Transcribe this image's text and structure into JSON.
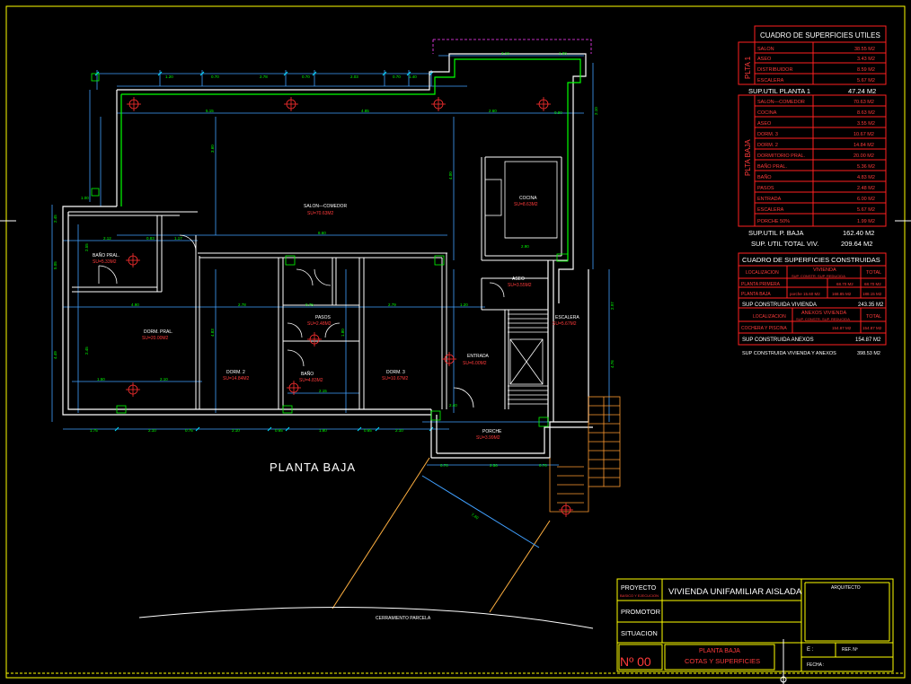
{
  "colors": {
    "background": "#000000",
    "walls": "#ffffff",
    "dims": "#40a0ff",
    "dim_lines": "#00e0ff",
    "secondary": "#00ff00",
    "tables": "#ff2020",
    "titleblock": "#ffff00",
    "accent": "#ff40ff",
    "stairs": "#ff9a30"
  },
  "plan": {
    "title": "PLANTA BAJA",
    "boundary_label": "CERRAMIENTO PARCELA",
    "rooms": [
      {
        "name": "SALON—COMEDOR",
        "area": "SU=70.63M2"
      },
      {
        "name": "COCINA",
        "area": "SU=8.63M2"
      },
      {
        "name": "BAÑO PRAL.",
        "area": "SU=5.33M2"
      },
      {
        "name": "DORM. PRAL.",
        "area": "SU=20.00M2"
      },
      {
        "name": "PASOS",
        "area": "SU=2.48M2"
      },
      {
        "name": "DORM. 2",
        "area": "SU=14.84M2"
      },
      {
        "name": "BAÑO",
        "area": "SU=4.83M2"
      },
      {
        "name": "DORM. 3",
        "area": "SU=10.67M2"
      },
      {
        "name": "ASEO",
        "area": "SU=3.55M2"
      },
      {
        "name": "ESCALERA",
        "area": "SU=5.67M2"
      },
      {
        "name": "ENTRADA",
        "area": "SU=6.00M2"
      },
      {
        "name": "PORCHE",
        "area": "SU=3.99M2"
      }
    ],
    "dims": {
      "top_chain": [
        "1.20",
        "0.70",
        "2.78",
        "0.70",
        "2.03",
        "0.70",
        "1.40"
      ],
      "top_right": [
        "2.10",
        "1.00"
      ],
      "inner_top": [
        "5.15",
        "4.85",
        "2.60"
      ],
      "mid_width": "8.60",
      "mid_chain": [
        "2.12",
        "0.83",
        "1.17"
      ],
      "row_chain": [
        "4.90",
        "2.78",
        "2.79",
        "1.20"
      ],
      "lower_chain": [
        "1.50",
        "2.10",
        "2.15"
      ],
      "bottom_chain": [
        "1.75",
        "2.10",
        "0.75",
        "2.10",
        "0.65",
        "1.80",
        "0.65",
        "2.10"
      ],
      "porch_chain": [
        "0.70",
        "2.56",
        "0.70"
      ],
      "diagonal": "7.40",
      "left_chain": [
        "5.05",
        "2.45",
        "4.49"
      ],
      "right_chain": [
        "2.10",
        "2.97",
        "4.76"
      ],
      "misc": [
        "1.00",
        "0.90",
        "3.60",
        "4.83",
        "4.00",
        "2.90",
        "2.55",
        "0.75",
        "2.40",
        "2.45",
        "1.80"
      ]
    }
  },
  "table_utiles": {
    "title": "CUADRO DE SUPERFICIES UTILES",
    "floor1_label": "PLTA 1",
    "floor1_rows": [
      {
        "name": "SALON",
        "value": "38.55 M2"
      },
      {
        "name": "ASEO",
        "value": "3.43 M2"
      },
      {
        "name": "DISTRIBUIDOR",
        "value": "8.59 M2"
      },
      {
        "name": "ESCALERA",
        "value": "5.67 M2"
      }
    ],
    "floor1_total_label": "SUP.UTIL PLANTA 1",
    "floor1_total_value": "47.24 M2",
    "floor0_label": "PLTA BAJA",
    "floor0_rows": [
      {
        "name": "SALON—COMEDOR",
        "value": "70.63 M2"
      },
      {
        "name": "COCINA",
        "value": "8.63 M2"
      },
      {
        "name": "ASEO",
        "value": "3.55 M2"
      },
      {
        "name": "DORM. 3",
        "value": "10.67 M2"
      },
      {
        "name": "DORM. 2",
        "value": "14.84 M2"
      },
      {
        "name": "DORMITORIO PRAL.",
        "value": "20.00 M2"
      },
      {
        "name": "BAÑO PRAL.",
        "value": "5.36 M2"
      },
      {
        "name": "BAÑO",
        "value": "4.83 M2"
      },
      {
        "name": "PASOS",
        "value": "2.48 M2"
      },
      {
        "name": "ENTRADA",
        "value": "6.00 M2"
      },
      {
        "name": "ESCALERA",
        "value": "5.67 M2"
      },
      {
        "name": "PORCHE 50%",
        "value": "1.99 M2"
      }
    ],
    "floor0_total_label": "SUP.UTIL P. BAJA",
    "floor0_total_value": "162.40 M2",
    "grand_total_label": "SUP. UTIL TOTAL VIV.",
    "grand_total_value": "209.64 M2"
  },
  "table_construidas": {
    "title": "CUADRO DE SUPERFICIES CONSTRUIDAS",
    "h_localizacion": "LOCALIZACION",
    "h_vivienda": "VIVIENDA",
    "h_vivienda_sub": "SUP. CONSTR. SUP. REDUCIDA",
    "h_total": "TOTAL",
    "rows": [
      {
        "name": "PLANTA PRIMERA",
        "c1": "",
        "c2": "68.70 M2",
        "total": "68.70 M2"
      },
      {
        "name": "PLANTA BAJA",
        "c1": "porche 15.60 M2",
        "c2": "168.85 M2",
        "total": "188.15 M2"
      }
    ],
    "viv_total_label": "SUP CONSTRUIDA VIVIENDA",
    "viv_total_value": "243.35 M2",
    "h_anexos": "ANEXOS VIVIENDA",
    "h_anexos_sub": "SUP. CONSTR. SUP. REDUCIDA",
    "anex_rows": [
      {
        "name": "COCHERA Y PISCINA",
        "c1": "154.87 M2",
        "total": "154.87 M2"
      }
    ],
    "anex_total_label": "SUP CONSTRUIDA ANEXOS",
    "anex_total_value": "154.87 M2",
    "grand_label": "SUP CONSTRUIDA VIVIENDA Y ANEXOS",
    "grand_value": "398.53 M2"
  },
  "titleblock": {
    "proyecto_label": "PROYECTO",
    "proyecto_sub": "BASICO Y EJECUCION",
    "proyecto_value": "VIVIENDA UNIFAMILIAR AISLADA",
    "promotor_label": "PROMOTOR",
    "situacion_label": "SITUACION",
    "arquitecto_label": "ARQUITECTO",
    "numero": "Nº 00",
    "plano_line1": "PLANTA BAJA",
    "plano_line2": "COTAS Y SUPERFICIES",
    "escala_label": "E :",
    "ref_label": "REF. Nº",
    "fecha_label": "FECHA :"
  }
}
